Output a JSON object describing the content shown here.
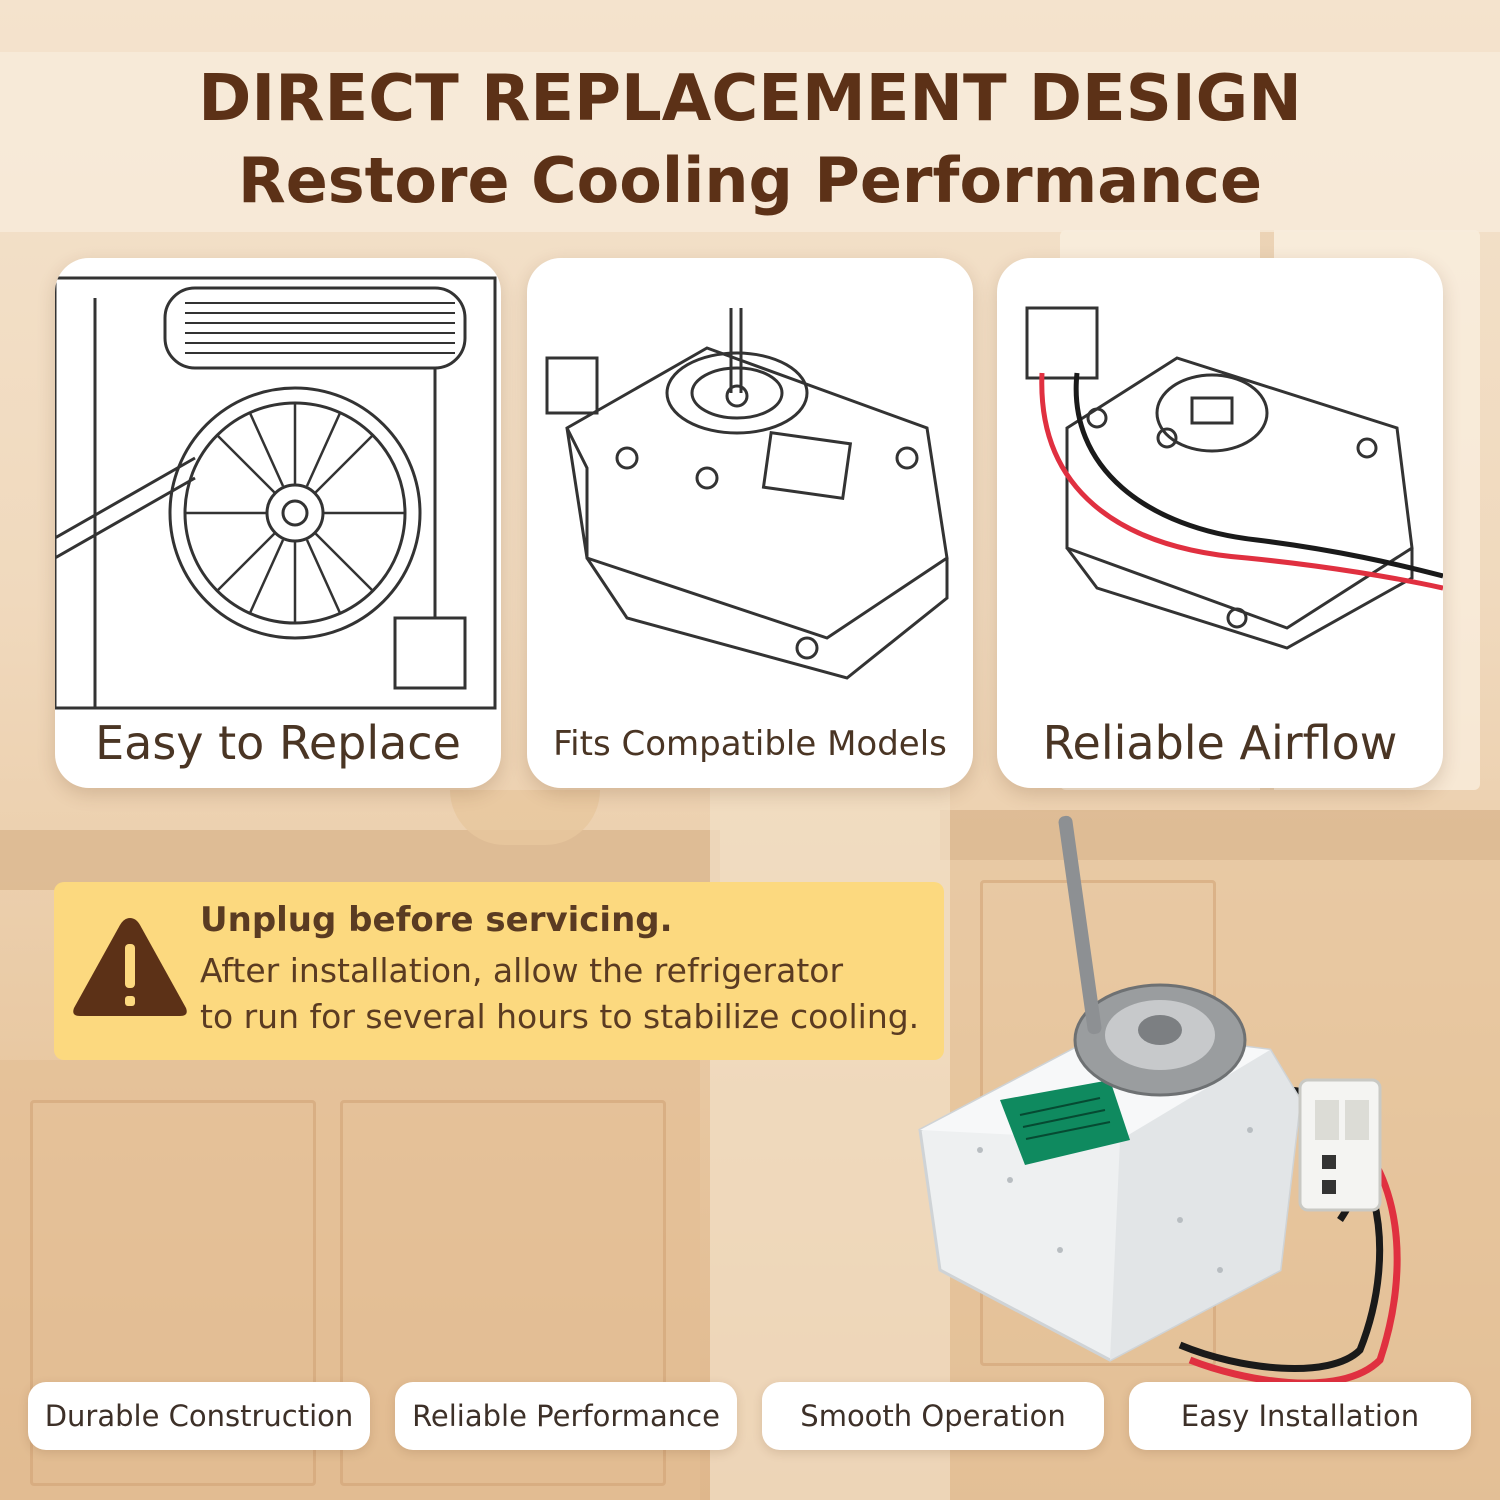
{
  "header": {
    "line1": "DIRECT REPLACEMENT DESIGN",
    "line2": "Restore Cooling Performance"
  },
  "cards": [
    {
      "label": "Easy to Replace",
      "icon": "fan-assembly-line-drawing-icon"
    },
    {
      "label": "Fits Compatible Models",
      "icon": "motor-line-drawing-icon"
    },
    {
      "label": "Reliable Airflow",
      "icon": "motor-wired-line-drawing-icon"
    }
  ],
  "warning": {
    "icon": "warning-triangle-icon",
    "heading": "Unplug before servicing.",
    "line1": "After installation, allow the refrigerator",
    "line2": "to run for several hours to stabilize cooling."
  },
  "features": [
    "Durable Construction",
    "Reliable Performance",
    "Smooth Operation",
    "Easy Installation"
  ],
  "colors": {
    "title": "#5c3117",
    "warning_bg": "#fcd97f",
    "warning_icon": "#5c3117",
    "label_green": "#0f8a5f",
    "wire_red": "#e03040",
    "wire_black": "#1a1a1a"
  }
}
